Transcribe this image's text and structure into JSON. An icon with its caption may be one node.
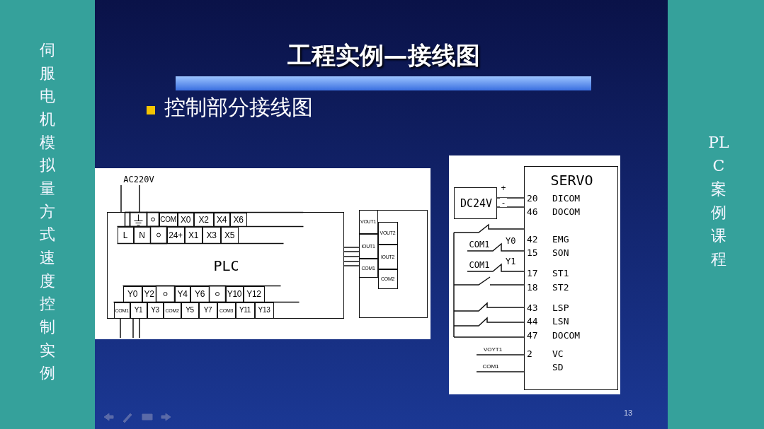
{
  "diagram": {
    "title": "工程实例—接线图",
    "nodes": [
      {
        "text": [
          "AC220V"
        ]
      },
      {
        "text": [
          "PLC"
        ]
      },
      {
        "text": [],
        "shape": "box"
      },
      {
        "text": [
          "DC24V"
        ]
      },
      {
        "text": [
          "COM1"
        ]
      },
      {
        "text": [
          "COM1"
        ]
      },
      {
        "text": [
          "SERVO"
        ]
      }
    ],
    "edges": [
      {
        "from": 0,
        "to": 1,
        "arrow": "none"
      },
      {
        "from": 0,
        "to": 1,
        "arrow": "none"
      },
      {
        "from": 1,
        "to": 2,
        "arrow": "none"
      },
      {
        "from": 3,
        "to": 6,
        "arrow": "none",
        "label": "+"
      },
      {
        "from": 3,
        "to": 6,
        "arrow": "none",
        "label": "-"
      },
      {
        "from": null,
        "to": 6,
        "arrow": "none"
      },
      {
        "from": 4,
        "to": 6,
        "arrow": "none"
      },
      {
        "from": 5,
        "to": 6,
        "arrow": "none"
      },
      {
        "from": null,
        "to": 6,
        "arrow": "none"
      },
      {
        "from": null,
        "to": 6,
        "arrow": "none"
      },
      {
        "from": null,
        "to": 6,
        "arrow": "none"
      },
      {
        "from": null,
        "to": 6,
        "arrow": "none"
      },
      {
        "from": null,
        "to": 6,
        "arrow": "none",
        "label": "VOYT1"
      },
      {
        "from": null,
        "to": 6,
        "arrow": "none",
        "label": "COM1"
      },
      {
        "from": 1,
        "to": null,
        "arrow": "none"
      },
      {
        "from": 1,
        "to": null,
        "arrow": "none"
      },
      {
        "from": 1,
        "to": null,
        "arrow": "none"
      }
    ],
    "labels": [
      "伺服电机模拟量方式速度控制实例",
      "PLC案例课程",
      "控制部分接线图",
      "COM",
      "X0",
      "X2",
      "X4",
      "X6",
      "L",
      "N",
      "24+",
      "X1",
      "X3",
      "X5",
      "VOUT1",
      "VOUT2",
      "IOUT1",
      "IOUT2",
      "COM1",
      "COM2",
      "Y0",
      "Y2",
      "Y4",
      "Y6",
      "Y10",
      "Y12",
      "COM1",
      "Y1",
      "Y3",
      "COM2",
      "Y5",
      "Y7",
      "COM3",
      "Y11",
      "Y13",
      "20",
      "DICOM",
      "46",
      "DOCOM",
      "Y0",
      "42",
      "EMG",
      "15",
      "SON",
      "Y1",
      "17",
      "ST1",
      "18",
      "ST2",
      "43",
      "LSP",
      "44",
      "LSN",
      "47",
      "DOCOM",
      "2",
      "VC",
      "SD",
      "13"
    ]
  }
}
